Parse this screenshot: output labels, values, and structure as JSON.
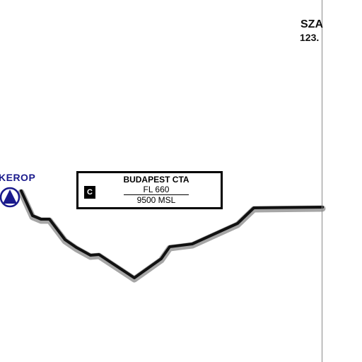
{
  "sector": {
    "name": "SZA",
    "frequency": "123."
  },
  "waypoint": {
    "name": "KEROP",
    "symbol": "triangle-in-circle-icon",
    "color": "#1a1a8c"
  },
  "airspace": {
    "name": "BUDAPEST CTA",
    "class": "C",
    "upper_limit": "FL 660",
    "lower_limit": "9500 MSL"
  },
  "colors": {
    "boundary": "#111111",
    "boundary_shadow": "#a6a6a6",
    "divider": "#8a8a8a"
  }
}
